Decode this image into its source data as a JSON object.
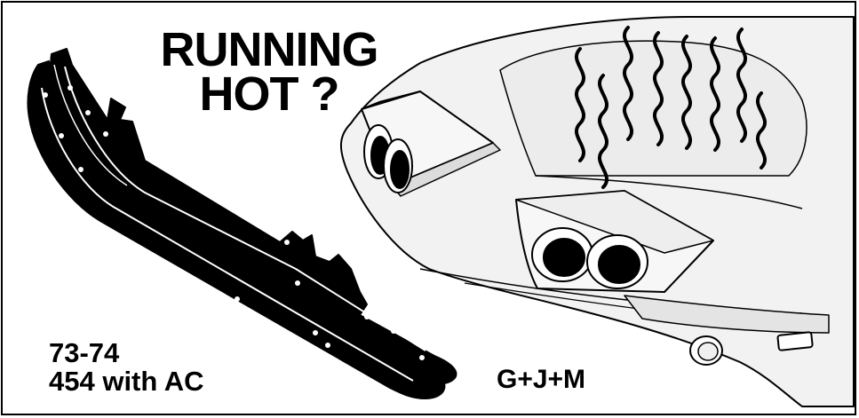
{
  "headline": {
    "line1": "RUNNING",
    "line2": "HOT ?"
  },
  "captions": {
    "years": "73-74",
    "engine": "454 with AC",
    "code": "G+J+M"
  },
  "colors": {
    "ink": "#000000",
    "paper": "#ffffff",
    "car_body": "#f2f2f2",
    "car_shade": "#e4e4e4"
  },
  "illustrations": {
    "part": "black-rubber-seal-strips-icon",
    "car": "car-hood-with-vents-icon",
    "heat": "heat-waves-icon"
  }
}
